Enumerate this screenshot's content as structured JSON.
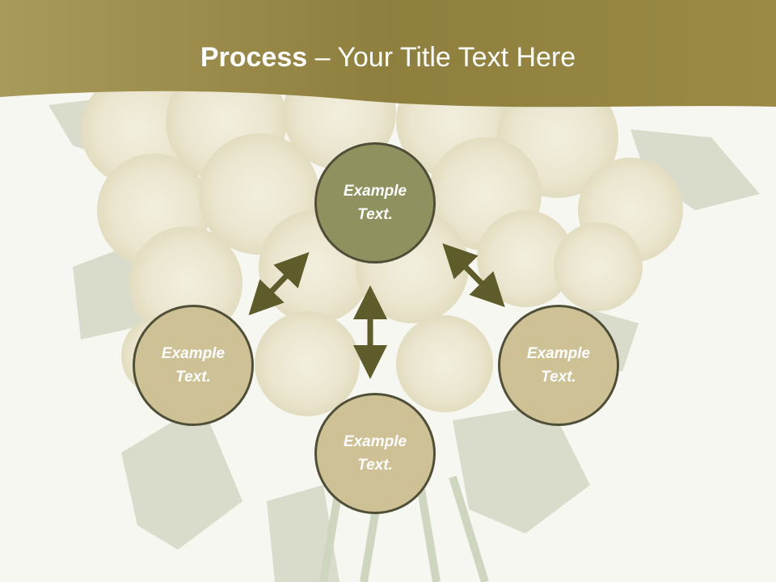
{
  "slide": {
    "title_bold": "Process",
    "title_dash": " – ",
    "title_rest": "Your Title Text Here"
  },
  "colors": {
    "header": "#9c8a45",
    "center_node": "#8f915f",
    "outer_node": "#cfc196",
    "node_border": "#4f4f38",
    "arrow": "#5e5c2a"
  },
  "nodes": [
    {
      "id": "top",
      "label_line1": "Example",
      "label_line2": "Text."
    },
    {
      "id": "left",
      "label_line1": "Example",
      "label_line2": "Text."
    },
    {
      "id": "bottom",
      "label_line1": "Example",
      "label_line2": "Text."
    },
    {
      "id": "right",
      "label_line1": "Example",
      "label_line2": "Text."
    }
  ]
}
